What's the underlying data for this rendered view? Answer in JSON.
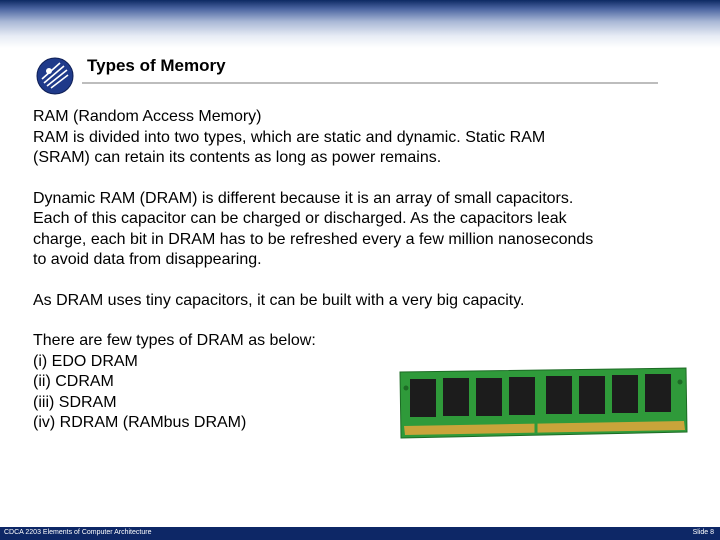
{
  "slide": {
    "title": "Types of Memory",
    "heading": "RAM (Random Access Memory)",
    "para1": [
      "RAM is divided into two types, which are static and dynamic. Static RAM",
      "(SRAM) can retain its contents as long as power remains."
    ],
    "para2": [
      "Dynamic RAM (DRAM) is different because it is an array of small capacitors.",
      "Each of this capacitor can be charged or discharged. As the capacitors leak",
      "charge, each bit in DRAM has to be refreshed every a few million nanoseconds",
      "to avoid data from disappearing."
    ],
    "para3": "As DRAM uses tiny capacitors, it can be built with a very big capacity.",
    "list_intro": "There are few types of DRAM as below:",
    "list": [
      "(i) EDO DRAM",
      "(ii) CDRAM",
      "(iii) SDRAM",
      "(iv) RDRAM (RAMbus DRAM)"
    ]
  },
  "footer": {
    "left": "CDCA 2203 Elements of Computer Architecture",
    "right": "Slide 8"
  },
  "colors": {
    "header_band": "#0d2a63",
    "footer_band": "#0d2766",
    "logo_blue": "#1f3a8a",
    "ram_pcb": "#2f9a3a",
    "ram_chip": "#1c1c1c",
    "ram_contacts": "#c9a43a"
  },
  "icons": {
    "logo": "university-logo-icon",
    "image": "ram-module-image"
  }
}
